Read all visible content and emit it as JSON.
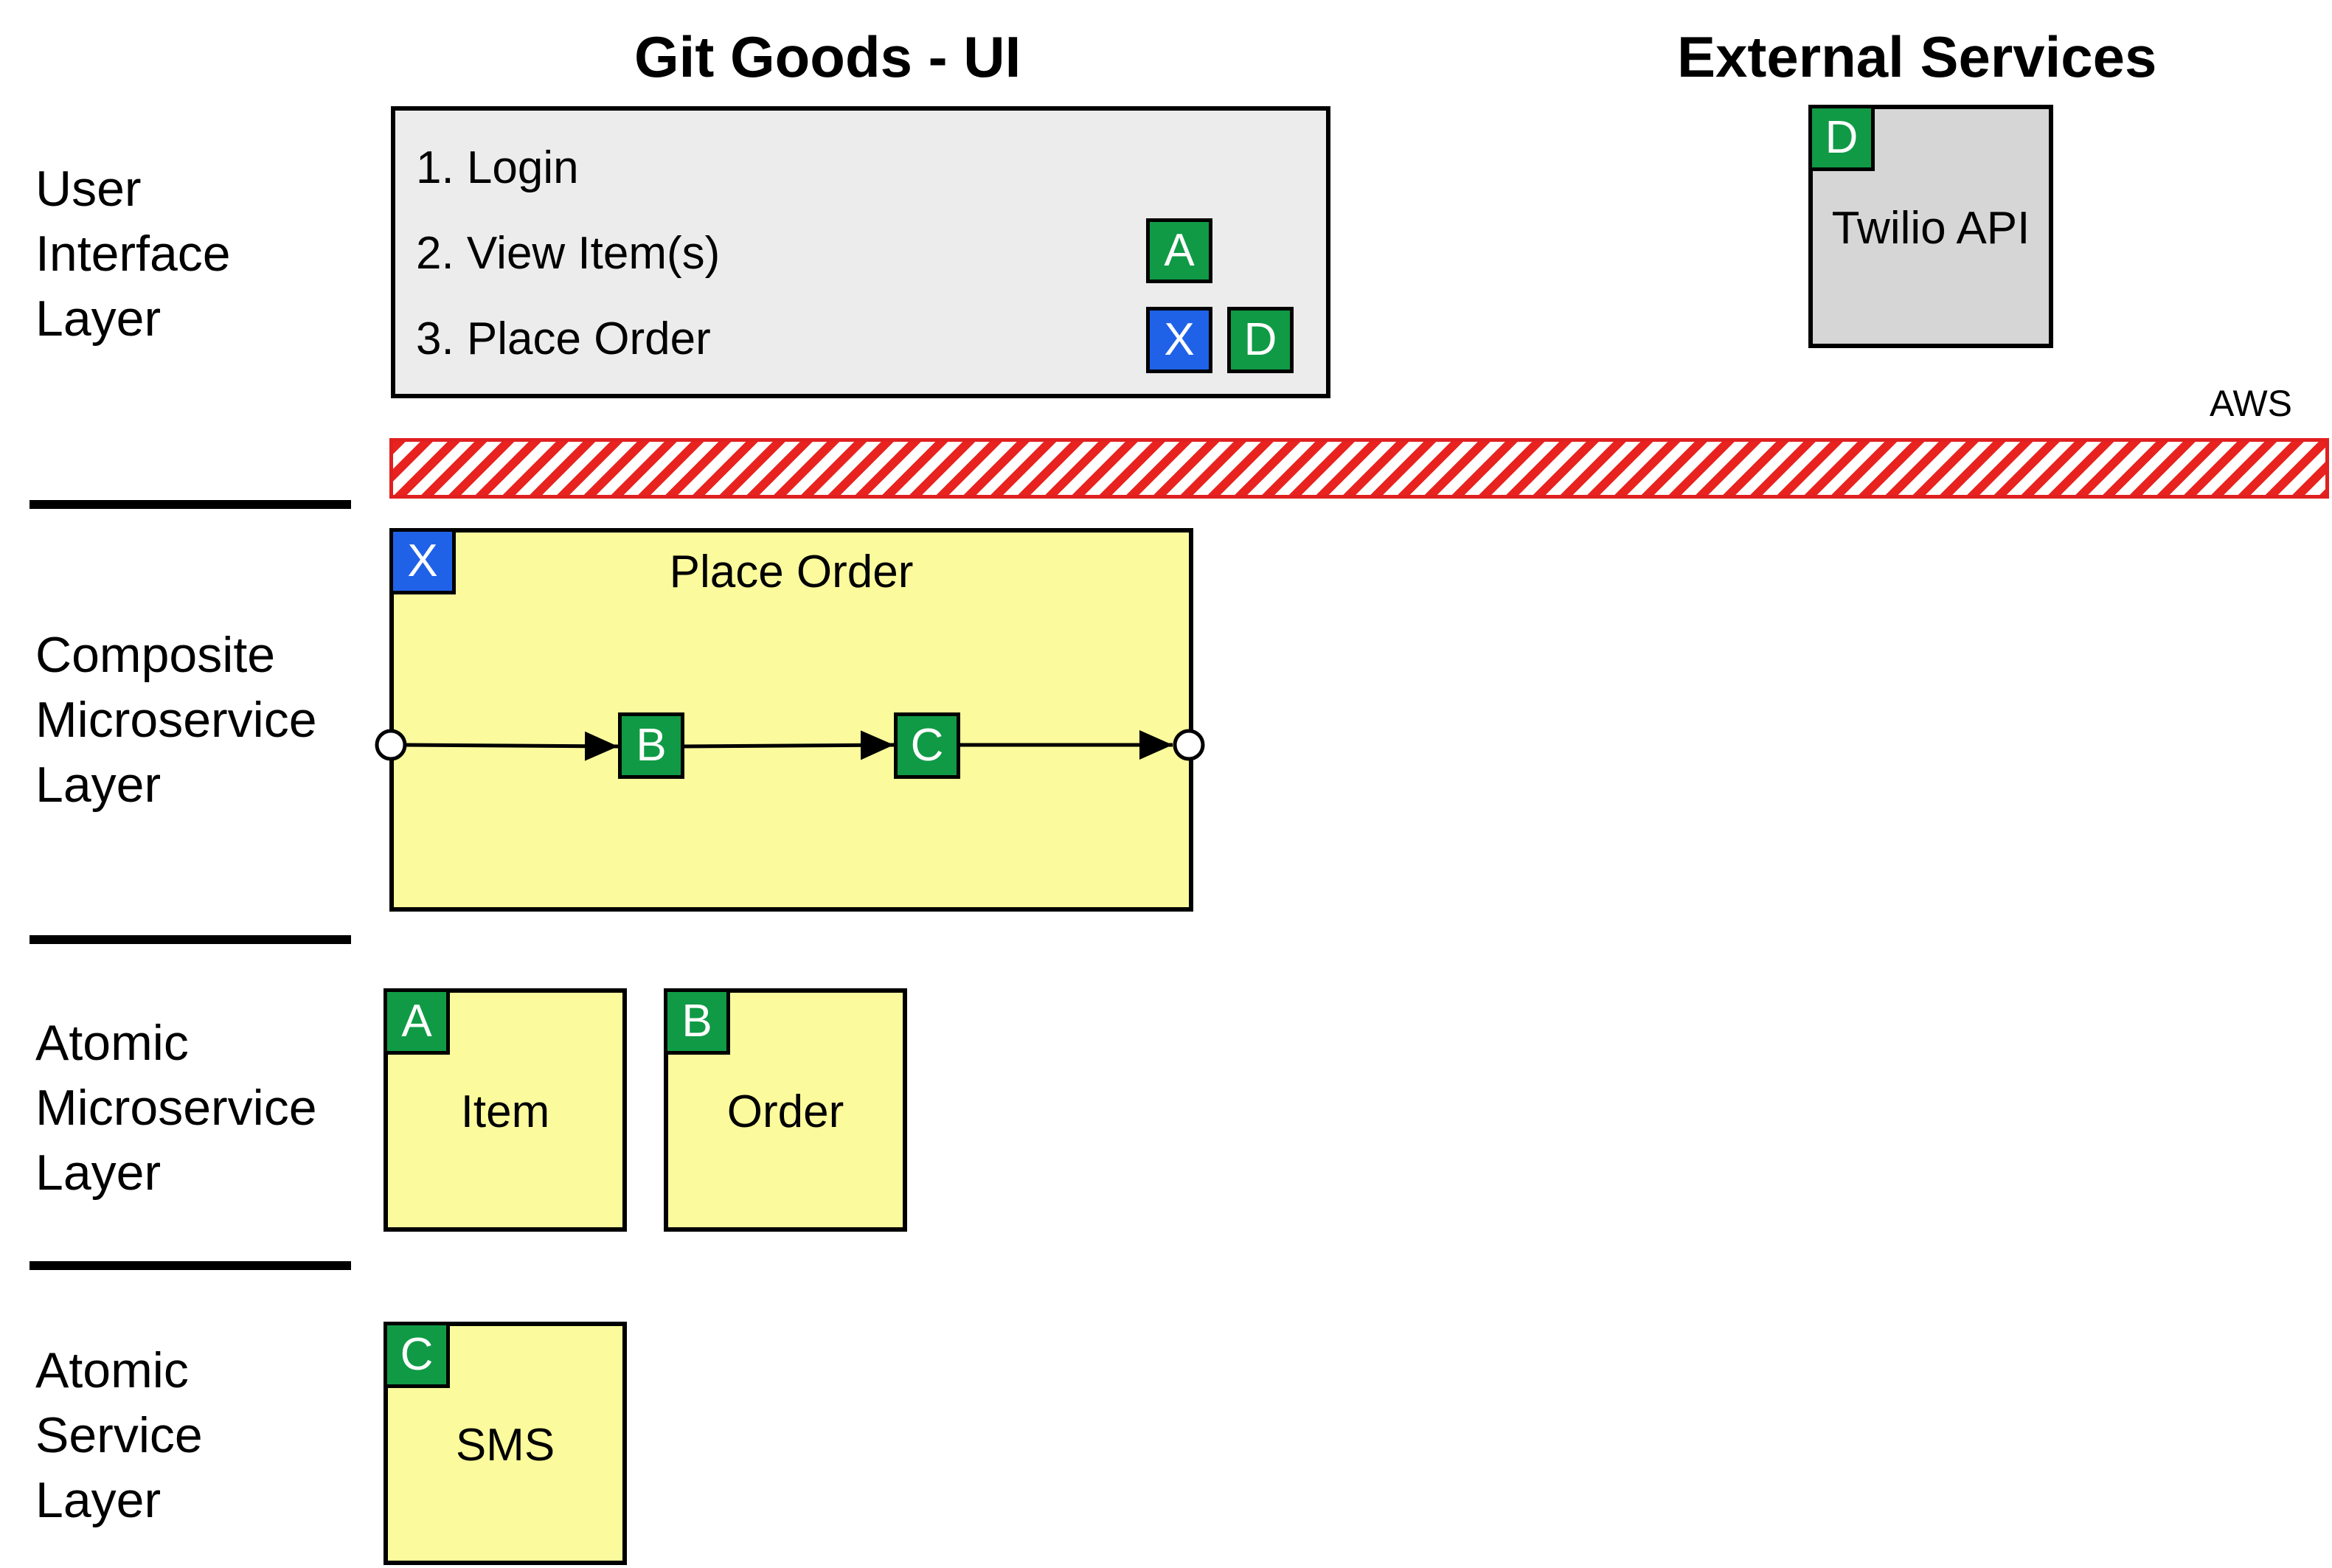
{
  "headings": {
    "ui_title": "Git Goods - UI",
    "external_title": "External Services"
  },
  "layers": [
    [
      "User",
      "Interface",
      "Layer"
    ],
    [
      "Composite",
      "Microservice",
      "Layer"
    ],
    [
      "Atomic",
      "Microservice",
      "Layer"
    ],
    [
      "Atomic",
      "Service",
      "Layer"
    ]
  ],
  "ui_box": {
    "items": [
      "1. Login",
      "2. View Item(s)",
      "3. Place Order"
    ],
    "view_badges": [
      "A"
    ],
    "order_badges": [
      "X",
      "D"
    ]
  },
  "external": {
    "badge": "D",
    "name": "Twilio API"
  },
  "aws": {
    "label": "AWS"
  },
  "composite": {
    "badge": "X",
    "title": "Place Order",
    "flow_steps": [
      "B",
      "C"
    ]
  },
  "atomic_microservices": [
    {
      "badge": "A",
      "name": "Item"
    },
    {
      "badge": "B",
      "name": "Order"
    }
  ],
  "atomic_services": [
    {
      "badge": "C",
      "name": "SMS"
    }
  ],
  "colors": {
    "badge_green": "#109a45",
    "badge_blue": "#1f62e8",
    "service_yellow": "#fbfb9d",
    "ui_grey": "#ececec",
    "external_grey": "#d6d6d6",
    "aws_red": "#e8231f"
  }
}
